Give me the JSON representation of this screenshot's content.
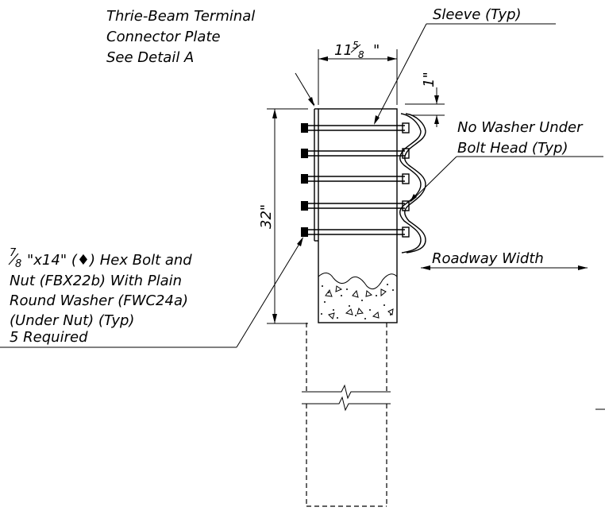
{
  "labels": {
    "connector_line1": "Thrie-Beam Terminal",
    "connector_line2": "Connector Plate",
    "connector_line3": "See Detail A",
    "sleeve": "Sleeve (Typ)",
    "no_washer_line1": "No Washer Under",
    "no_washer_line2": "Bolt Head (Typ)",
    "roadway_width": "Roadway Width",
    "bolt_line1_size": "\"x14\" (♦) Hex Bolt and",
    "bolt_line2": "Nut (FBX22b) With Plain",
    "bolt_line3": "Round Washer (FWC24a)",
    "bolt_line4": "(Under Nut) (Typ)",
    "bolt_line5": "5 Required"
  },
  "fractions": {
    "bolt_num": "7",
    "bolt_den": "8"
  },
  "dimensions": {
    "width_whole": "11",
    "width_num": "5",
    "width_den": "8",
    "width_unit": "\"",
    "height": "32\"",
    "offset": "1\""
  }
}
